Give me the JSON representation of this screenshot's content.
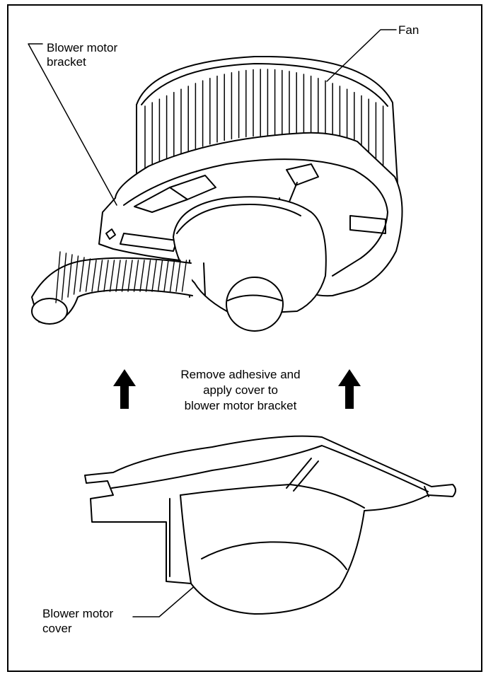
{
  "labels": {
    "blower_motor_bracket_1": "Blower motor",
    "blower_motor_bracket_2": "bracket",
    "fan": "Fan",
    "instruction_1": "Remove adhesive and",
    "instruction_2": "apply cover to",
    "instruction_3": "blower motor bracket",
    "blower_motor_cover_1": "Blower motor",
    "blower_motor_cover_2": "cover"
  },
  "colors": {
    "ink": "#000000",
    "paper": "#ffffff"
  },
  "icons": [
    "up-arrow-icon",
    "up-arrow-icon"
  ]
}
